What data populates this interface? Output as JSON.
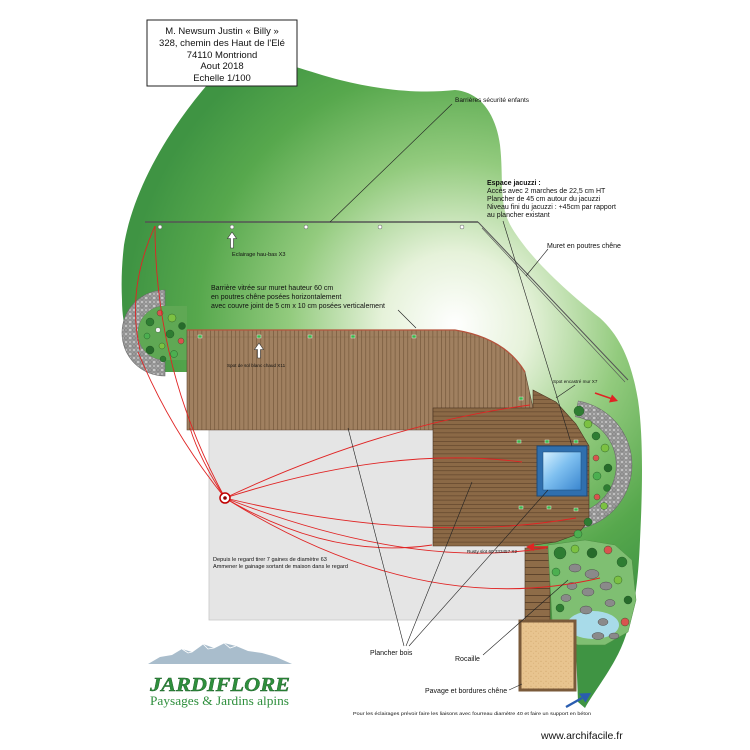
{
  "title_block": {
    "lines": [
      "M. Newsum Justin « Billy »",
      "328, chemin des Haut de l'Elé",
      "74110 Montriond",
      "Aout 2018",
      "Echelle 1/100"
    ]
  },
  "labels": {
    "barrieres_securite": "Barrières sécurité enfants",
    "jacuzzi": {
      "title": "Espace jacuzzi :",
      "lines": [
        "Accès avec 2 marches de 22,5 cm HT",
        "Plancher de 45 cm autour du jacuzzi",
        "Niveau fini du jacuzzi : +45cm par rapport",
        "au plancher existant"
      ]
    },
    "muret": "Muret en poutres chêne",
    "eclairage_haut_bas": "Eclairage hau-bas X3",
    "barriere_vitree": [
      "Barrière vitrée sur muret hauteur 60 cm",
      "en poutres chêne posées horizontalement",
      "avec couvre joint de 5 cm x 10 cm posées verticalement"
    ],
    "spot_sol": "Spot de sol blanc chaud X11",
    "spot_mur": "Spot encastré mur X7",
    "gaines": [
      "Depuis le regard tirer 7 gaines de diamètre 63",
      "Ammener le gainage sortant de maison dans le regard"
    ],
    "rusty_slot": "Rusty slot 60 333457 X2",
    "plancher_bois": "Plancher bois",
    "rocaille": "Rocaille",
    "pavage": "Pavage et bordures chêne",
    "note_eclairages": "Pour les éclairages prévoir faire les liaisons avec fourreau diamètre 40 et faire un support en béton"
  },
  "logo": {
    "brand": "JARDIFLORE",
    "tagline": "Paysages & Jardins alpins"
  },
  "watermark": "www.archifacile.fr",
  "colors": {
    "lawn": "#3f9443",
    "deck": "#a08060",
    "jacuzzi_frame": "#2f6fae",
    "cable": "#e02424",
    "brand_green": "#2f8f3d",
    "house_area": "#e5e5e5",
    "arrow_blue": "#2a5db0"
  }
}
